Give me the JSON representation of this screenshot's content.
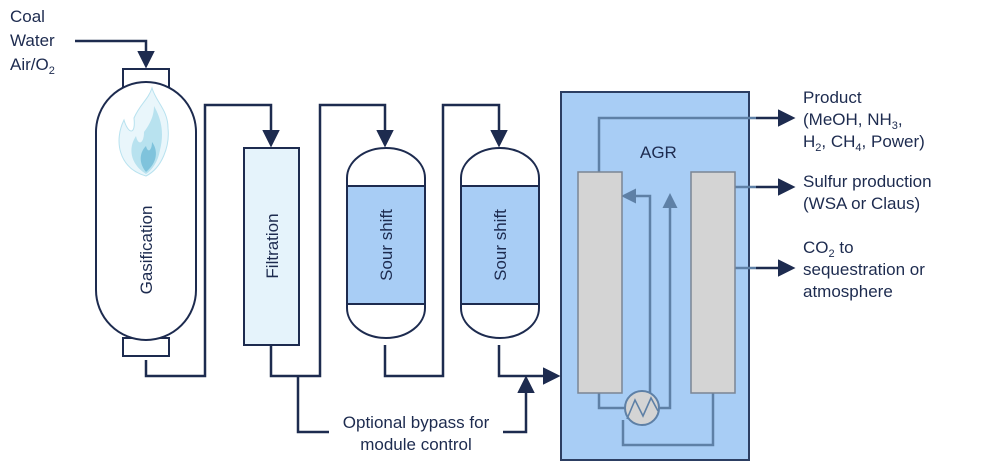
{
  "inputs": {
    "line1": "Coal",
    "line2": "Water",
    "line3": "Air/O",
    "line3_sub": "2"
  },
  "units": {
    "gasification": "Gasification",
    "filtration": "Filtration",
    "sour_shift_1": "Sour shift",
    "sour_shift_2": "Sour shift",
    "agr": "AGR"
  },
  "outputs": {
    "product": {
      "line1": "Product",
      "line2_a": "(MeOH, NH",
      "line2_sub": "3",
      "line2_b": ",",
      "line3_a": "H",
      "line3_sub1": "2",
      "line3_b": ", CH",
      "line3_sub2": "4",
      "line3_c": ", Power)"
    },
    "sulfur": {
      "line1": "Sulfur production",
      "line2": "(WSA or Claus)"
    },
    "co2": {
      "line1_a": "CO",
      "line1_sub": "2",
      "line1_b": " to",
      "line2": "sequestration or",
      "line3": "atmosphere"
    }
  },
  "bypass": {
    "line1": "Optional bypass for",
    "line2": "module control"
  },
  "colors": {
    "line": "#1d2b4f",
    "agr_fill": "#a8cdf5",
    "agr_border": "#2c3e62",
    "column_fill": "#d4d4d4",
    "column_border": "#7a8594",
    "filtration_fill": "#e5f3fb",
    "shift_fill": "#a8cdf5",
    "agr_pipe": "#5e80a6",
    "flame_light": "#e9f6fb",
    "flame_mid": "#b8e2ef",
    "flame_dark": "#7fc3dc"
  }
}
